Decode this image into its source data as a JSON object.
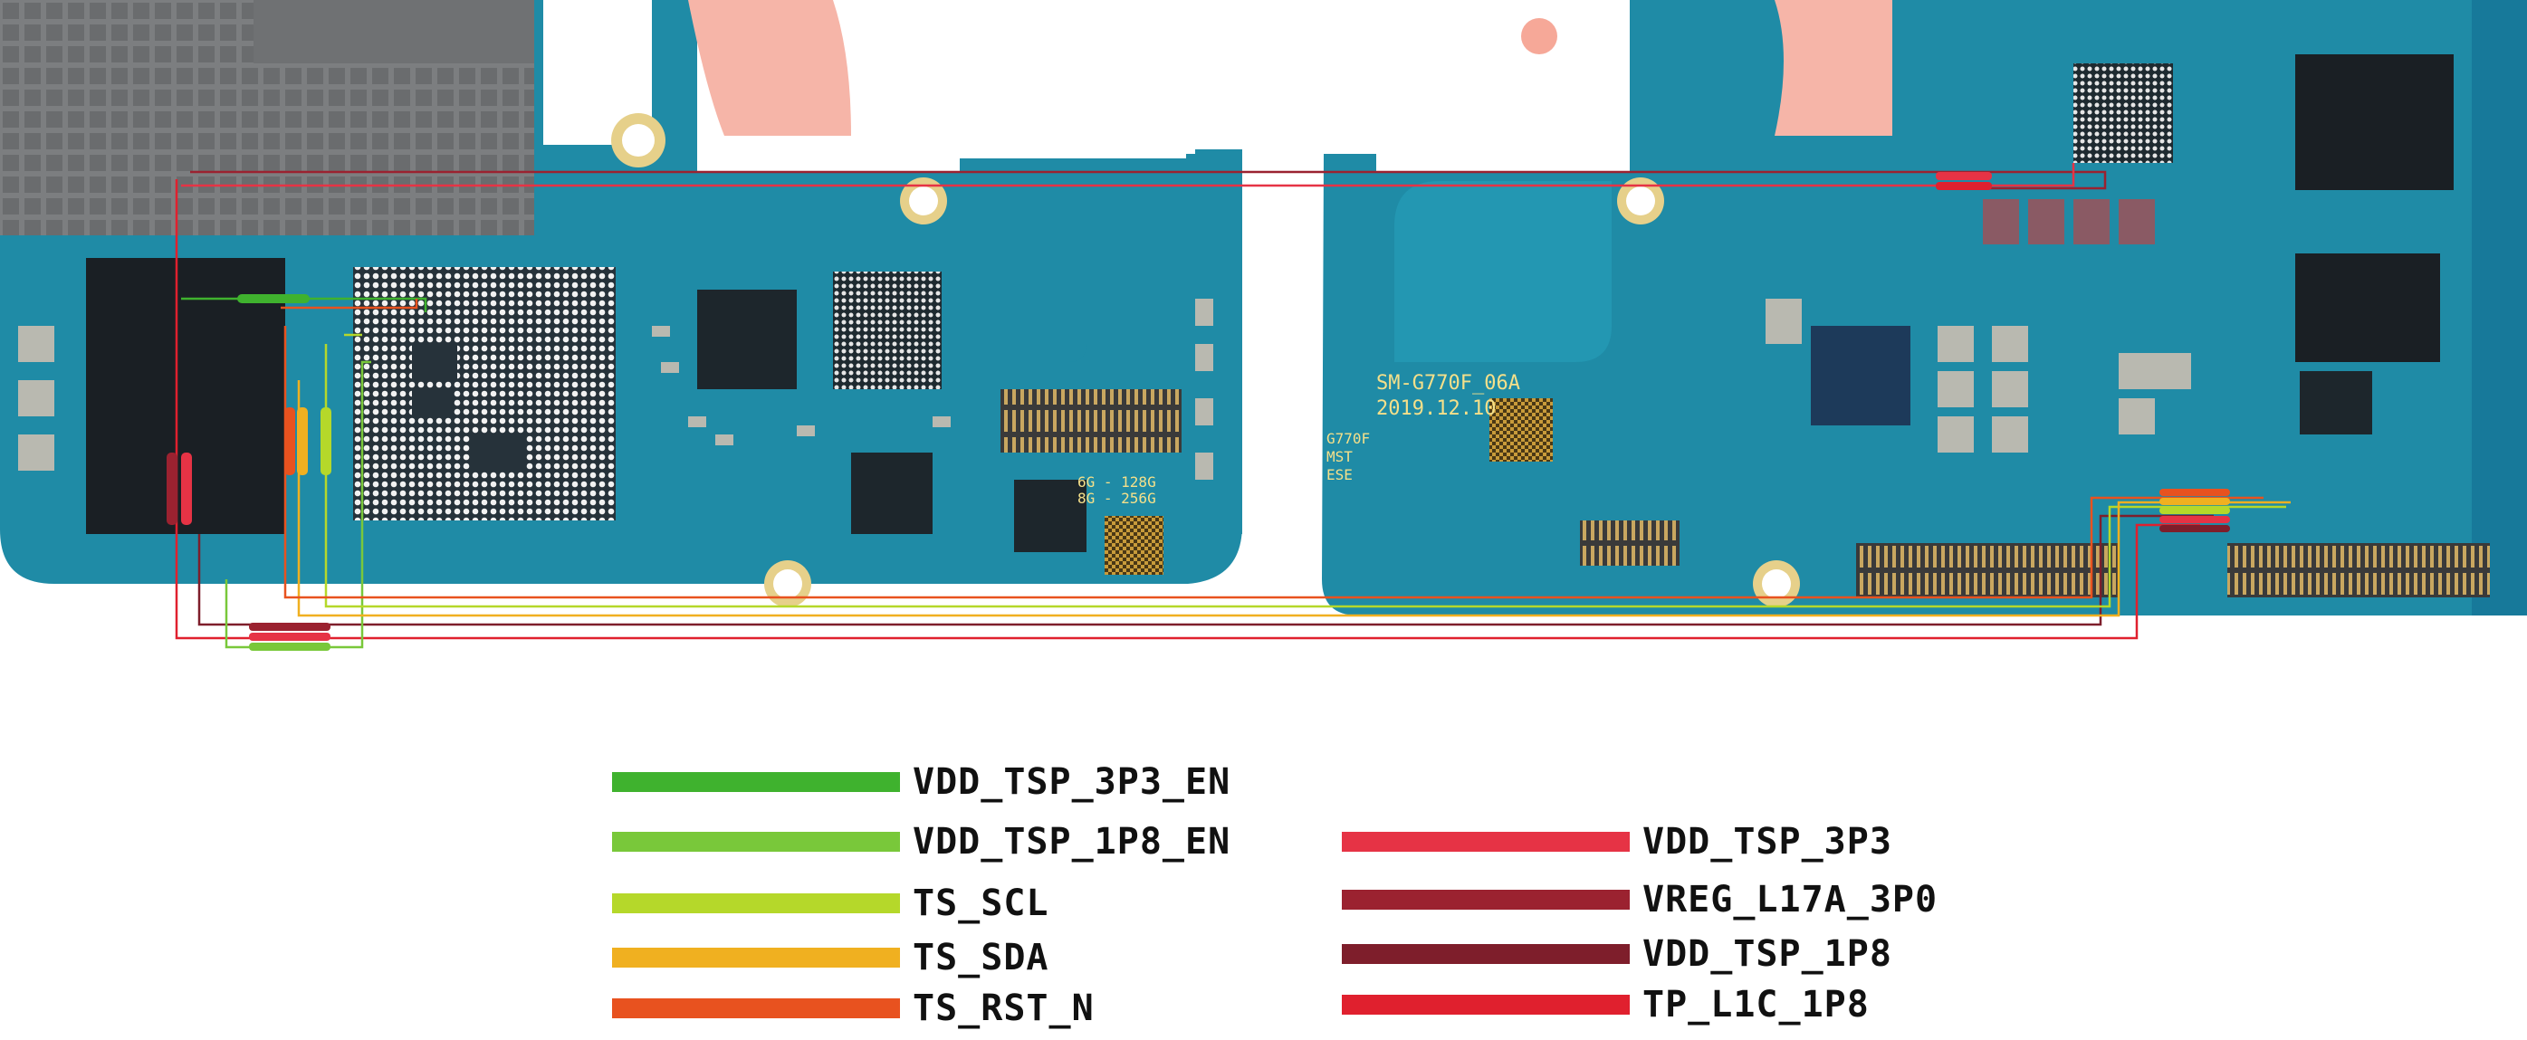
{
  "board_marking": {
    "model": "SM-G770F_06A",
    "date": "2019.12.10",
    "variant_lines": [
      "G770F",
      "MST",
      "ESE"
    ],
    "memory_lines": [
      "6G - 128G",
      "8G - 256G"
    ]
  },
  "legend_left": [
    {
      "label": "VDD_TSP_3P3_EN",
      "color": "#3fb22e"
    },
    {
      "label": "VDD_TSP_1P8_EN",
      "color": "#79c83a"
    },
    {
      "label": "TS_SCL",
      "color": "#b5d82a"
    },
    {
      "label": "TS_SDA",
      "color": "#f0b020"
    },
    {
      "label": "TS_RST_N",
      "color": "#e8521f"
    }
  ],
  "legend_right": [
    {
      "label": "VDD_TSP_3P3",
      "color": "#e63345"
    },
    {
      "label": "VREG_L17A_3P0",
      "color": "#9b2230"
    },
    {
      "label": "VDD_TSP_1P8",
      "color": "#7e1e2b"
    },
    {
      "label": "TP_L1C_1P8",
      "color": "#e0202e"
    }
  ]
}
